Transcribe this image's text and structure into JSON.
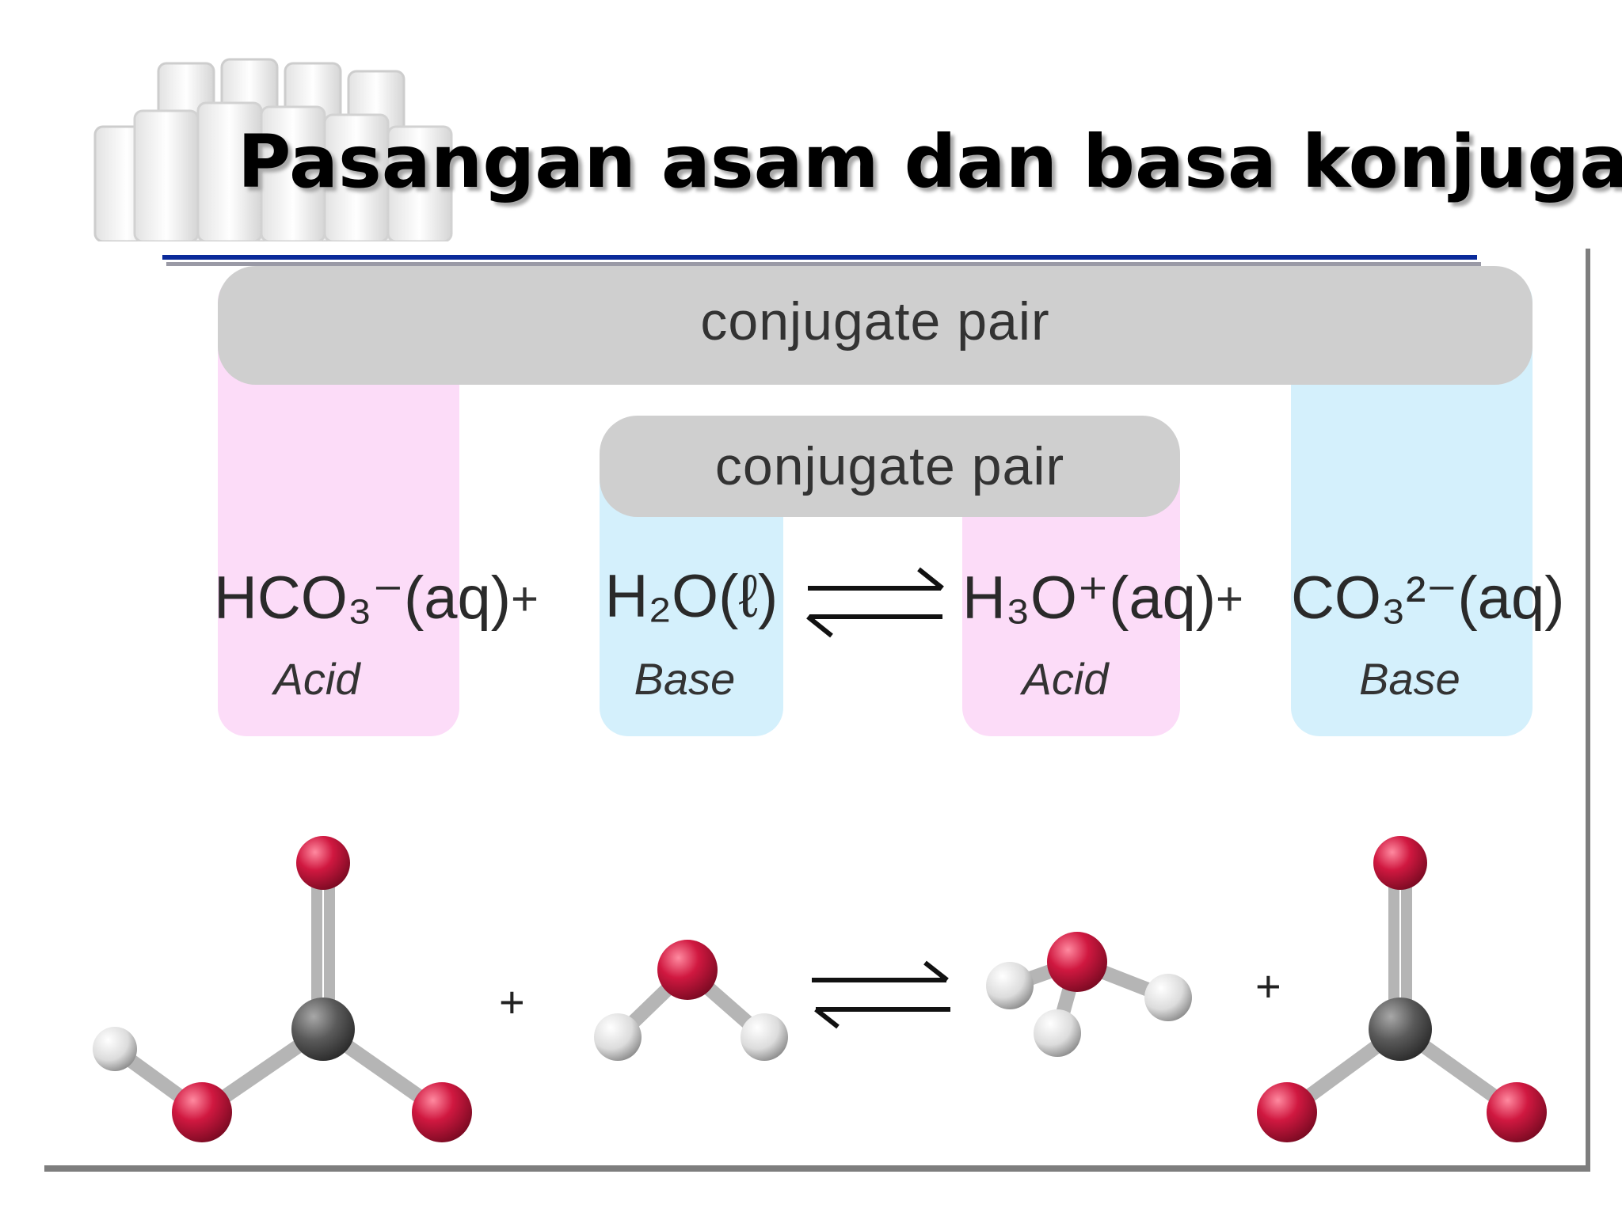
{
  "slide": {
    "title": "Pasangan asam dan basa konjugasi"
  },
  "diagram": {
    "outer_pair_label": "conjugate pair",
    "inner_pair_label": "conjugate pair",
    "equation": [
      {
        "formula": "HCO₃⁻(aq)",
        "role": "Acid"
      },
      {
        "formula": "H₂O(ℓ)",
        "role": "Base"
      },
      {
        "formula": "H₃O⁺(aq)",
        "role": "Acid"
      },
      {
        "formula": "CO₃²⁻(aq)",
        "role": "Base"
      }
    ],
    "plus_sign": "+"
  },
  "colors": {
    "acid_panel": "#fcdcf8",
    "base_panel": "#d4f0fc",
    "pair_bar": "#cfcfcf",
    "oxygen": "#d01840",
    "carbon": "#555555",
    "hydrogen": "#e6e6e6",
    "title_rule": "#0a2a9a"
  },
  "icons": [
    "test-tube-glasses-image",
    "equilibrium-arrow-icon",
    "bicarbonate-molecule",
    "water-molecule",
    "hydronium-molecule",
    "carbonate-molecule"
  ]
}
